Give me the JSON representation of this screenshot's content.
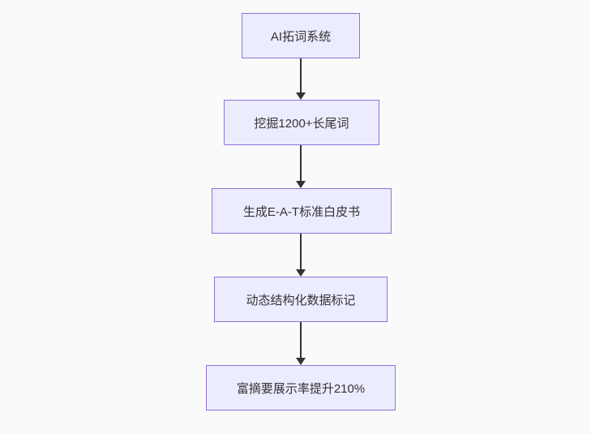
{
  "diagram": {
    "type": "flowchart-top-down",
    "colors": {
      "background": "#fafafa",
      "node_fill": "#ececff",
      "node_border": "#9370db",
      "node_text": "#333333",
      "arrow": "#333333"
    },
    "nodes": [
      {
        "label": "AI拓词系统"
      },
      {
        "label": "挖掘1200+长尾词"
      },
      {
        "label": "生成E-A-T标准白皮书"
      },
      {
        "label": "动态结构化数据标记"
      },
      {
        "label": "富摘要展示率提升210%"
      }
    ],
    "edges": [
      {
        "from": 0,
        "to": 1
      },
      {
        "from": 1,
        "to": 2
      },
      {
        "from": 2,
        "to": 3
      },
      {
        "from": 3,
        "to": 4
      }
    ]
  }
}
